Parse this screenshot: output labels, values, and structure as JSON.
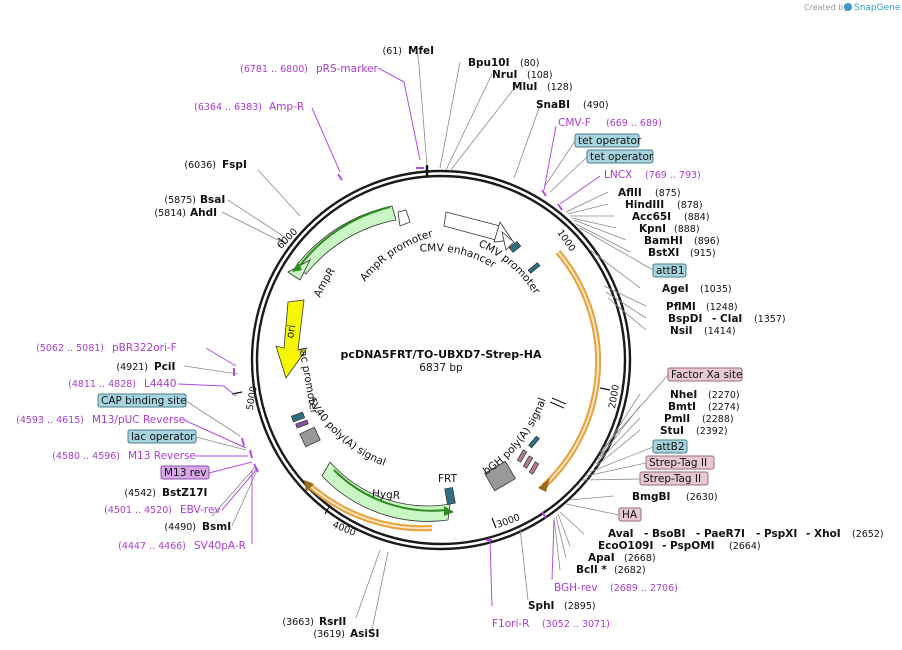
{
  "credit": {
    "prefix": "Created by",
    "brand": "SnapGene"
  },
  "plasmid": {
    "name": "pcDNA5FRT/TO-UBXD7-Strep-HA",
    "size": "6837 bp"
  },
  "ticks": [
    "1000",
    "2000",
    "3000",
    "4000",
    "5000",
    "6000"
  ],
  "inner_labels": {
    "ampr_promoter": "AmpR promoter",
    "cmv_enhancer": "CMV enhancer",
    "cmv_promoter": "CMV promoter",
    "ampr": "AmpR",
    "ori": "ori",
    "lac_promoter": "lac promoter",
    "sv40": "SV40 poly(A) signal",
    "hygr": "HygR",
    "frt": "FRT",
    "bgh": "bGH poly(A) signal"
  },
  "colors": {
    "purple": "#a83bd1",
    "backbone": "#1a1a1a",
    "orange": "#e8a03c",
    "green": "#c9f7c3",
    "yellow": "#f7f700"
  },
  "sites_left": [
    {
      "n": "(61)",
      "name": "MfeI"
    },
    {
      "n": "(6036)",
      "name": "FspI"
    },
    {
      "n": "(5875)",
      "name": "BsaI"
    },
    {
      "n": "(5814)",
      "name": "AhdI"
    },
    {
      "n": "(4921)",
      "name": "PciI"
    },
    {
      "n": "(4542)",
      "name": "BstZ17I"
    },
    {
      "n": "(4490)",
      "name": "BsmI"
    },
    {
      "n": "(3663)",
      "name": "RsrII"
    },
    {
      "n": "(3619)",
      "name": "AsiSI"
    }
  ],
  "sites_right": [
    {
      "name": "Bpu10I",
      "n": "(80)"
    },
    {
      "name": "NruI",
      "n": "(108)"
    },
    {
      "name": "MluI",
      "n": "(128)"
    },
    {
      "name": "SnaBI",
      "n": "(490)"
    },
    {
      "name": "AflII",
      "n": "(875)"
    },
    {
      "name": "HindIII",
      "n": "(878)"
    },
    {
      "name": "Acc65I",
      "n": "(884)"
    },
    {
      "name": "KpnI",
      "n": "(888)"
    },
    {
      "name": "BamHI",
      "n": "(896)"
    },
    {
      "name": "BstXI",
      "n": "(915)"
    },
    {
      "name": "AgeI",
      "n": "(1035)"
    },
    {
      "name": "PflMI",
      "n": "(1248)"
    },
    {
      "name": "BspDI",
      "name2": "- ClaI",
      "n": "(1357)"
    },
    {
      "name": "NsiI",
      "n": "(1414)"
    },
    {
      "name": "NheI",
      "n": "(2270)"
    },
    {
      "name": "BmtI",
      "n": "(2274)"
    },
    {
      "name": "PmlI",
      "n": "(2288)"
    },
    {
      "name": "StuI",
      "n": "(2392)"
    },
    {
      "name": "BmgBI",
      "n": "(2630)"
    },
    {
      "name": "AvaI",
      "name2": "- BsoBI",
      "name3": "- PaeR7I",
      "name4": "- PspXI",
      "name5": "- XhoI",
      "n": "(2652)"
    },
    {
      "name": "EcoO109I",
      "name2": "- PspOMI",
      "n": "(2664)"
    },
    {
      "name": "ApaI",
      "n": "(2668)"
    },
    {
      "name": "BclI *",
      "n": "(2682)"
    },
    {
      "name": "SphI",
      "n": "(2895)"
    }
  ],
  "primers_left": [
    {
      "n": "(6781 .. 6800)",
      "name": "pRS-marker"
    },
    {
      "n": "(6364 .. 6383)",
      "name": "Amp-R"
    },
    {
      "n": "(5062 .. 5081)",
      "name": "pBR322ori-F"
    },
    {
      "n": "(4811 .. 4828)",
      "name": "L4440"
    },
    {
      "n": "(4593 .. 4615)",
      "name": "M13/pUC Reverse"
    },
    {
      "n": "(4580 .. 4596)",
      "name": "M13 Reverse"
    },
    {
      "n": "(4501 .. 4520)",
      "name": "EBV-rev"
    },
    {
      "n": "(4447 .. 4466)",
      "name": "SV40pA-R"
    }
  ],
  "primers_right": [
    {
      "name": "CMV-F",
      "n": "(669 .. 689)"
    },
    {
      "name": "LNCX",
      "n": "(769 .. 793)"
    },
    {
      "name": "BGH-rev",
      "n": "(2689 .. 2706)"
    },
    {
      "name": "F1ori-R",
      "n": "(3052 .. 3071)"
    }
  ],
  "boxes": {
    "tet1": "tet operator",
    "tet2": "tet operator",
    "attB1": "attB1",
    "factor_xa": "Factor Xa site",
    "attB2": "attB2",
    "strep1": "Strep-Tag II",
    "strep2": "Strep-Tag II",
    "ha": "HA",
    "cap": "CAP binding site",
    "lac_op": "lac operator",
    "m13rev": "M13 rev"
  }
}
